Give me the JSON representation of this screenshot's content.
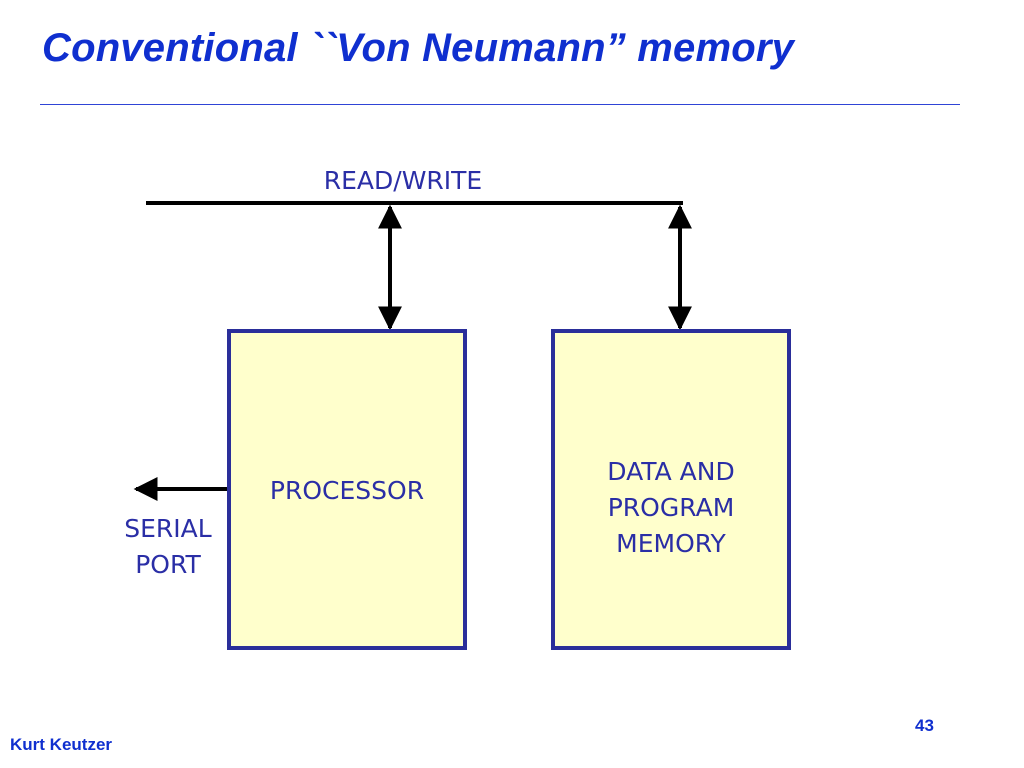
{
  "slide": {
    "title": "Conventional ``Von Neumann” memory"
  },
  "diagram": {
    "bus_label": "READ/WRITE",
    "processor_label": "PROCESSOR",
    "memory_label_lines": [
      "DATA AND",
      "PROGRAM",
      "MEMORY"
    ],
    "serial_port_label_lines": [
      "SERIAL",
      "PORT"
    ],
    "colors": {
      "box_fill": "#ffffcc",
      "box_border": "#2a2e9a",
      "label_text": "#2a2ea6",
      "connector": "#000000"
    }
  },
  "footer": {
    "author": "Kurt Keutzer",
    "page_number": "43"
  }
}
